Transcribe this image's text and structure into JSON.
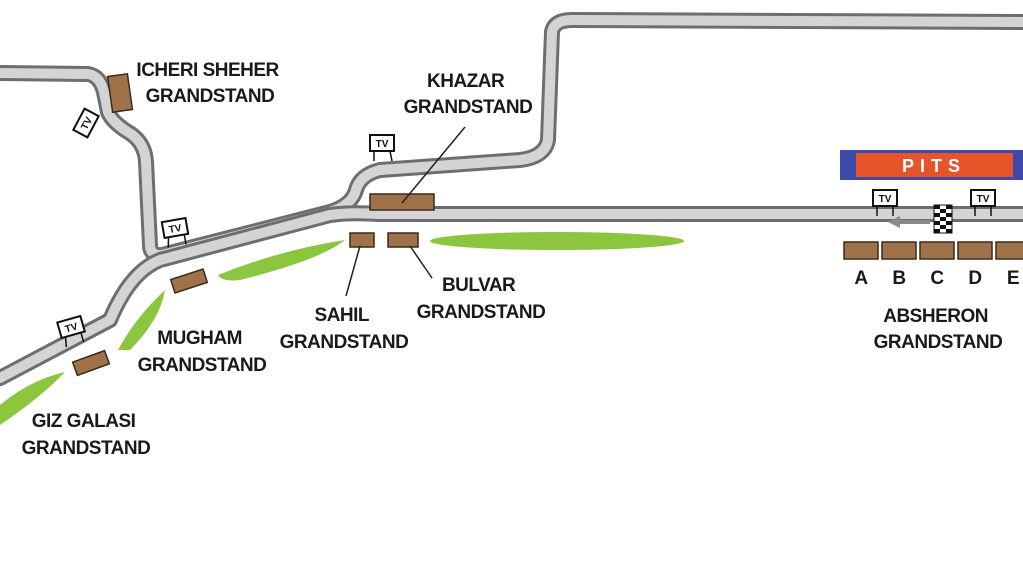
{
  "map": {
    "grandstands": {
      "icheri_sheher": [
        "ICHERI SHEHER",
        "GRANDSTAND"
      ],
      "khazar": [
        "KHAZAR",
        "GRANDSTAND"
      ],
      "sahil": [
        "SAHIL",
        "GRANDSTAND"
      ],
      "bulvar": [
        "BULVAR",
        "GRANDSTAND"
      ],
      "mugham": [
        "MUGHAM",
        "GRANDSTAND"
      ],
      "giz_galasi": [
        "GIZ GALASI",
        "GRANDSTAND"
      ],
      "absheron": [
        "ABSHERON",
        "GRANDSTAND"
      ]
    },
    "absheron_sections": [
      "A",
      "B",
      "C",
      "D",
      "E"
    ],
    "pits_label": "PITS",
    "tv_label": "TV",
    "colors": {
      "track": "#d4d4d4",
      "track_edge": "#6e6e6e",
      "grandstand": "#a0724a",
      "runoff": "#8cc63f",
      "pits_fill": "#e8542a",
      "pits_border": "#3d4aa8"
    }
  }
}
